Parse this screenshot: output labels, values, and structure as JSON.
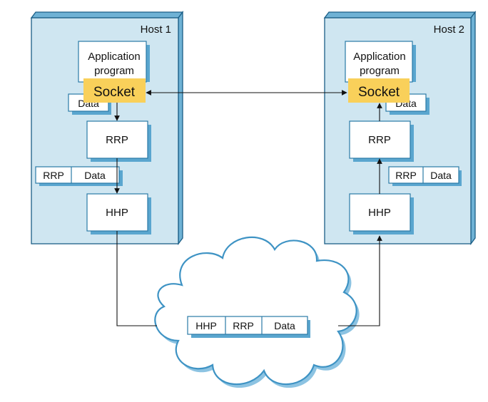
{
  "host1": {
    "title": "Host 1",
    "app_line1": "Application",
    "app_line2": "program",
    "socket": "Socket",
    "data_label": "Data",
    "rrp": "RRP",
    "hdr_rrp": "RRP",
    "hdr_data": "Data",
    "hhp": "HHP"
  },
  "host2": {
    "title": "Host 2",
    "app_line1": "Application",
    "app_line2": "program",
    "socket": "Socket",
    "data_label": "Data",
    "rrp": "RRP",
    "hdr_rrp": "RRP",
    "hdr_data": "Data",
    "hhp": "HHP"
  },
  "network": {
    "hdr_hhp": "HHP",
    "hdr_rrp": "RRP",
    "hdr_data": "Data"
  },
  "colors": {
    "panel": "#cfe6f1",
    "panel_edge": "#1b5e86",
    "socket_highlight": "#f9d05a",
    "cloud_outline": "#3e93c4"
  }
}
